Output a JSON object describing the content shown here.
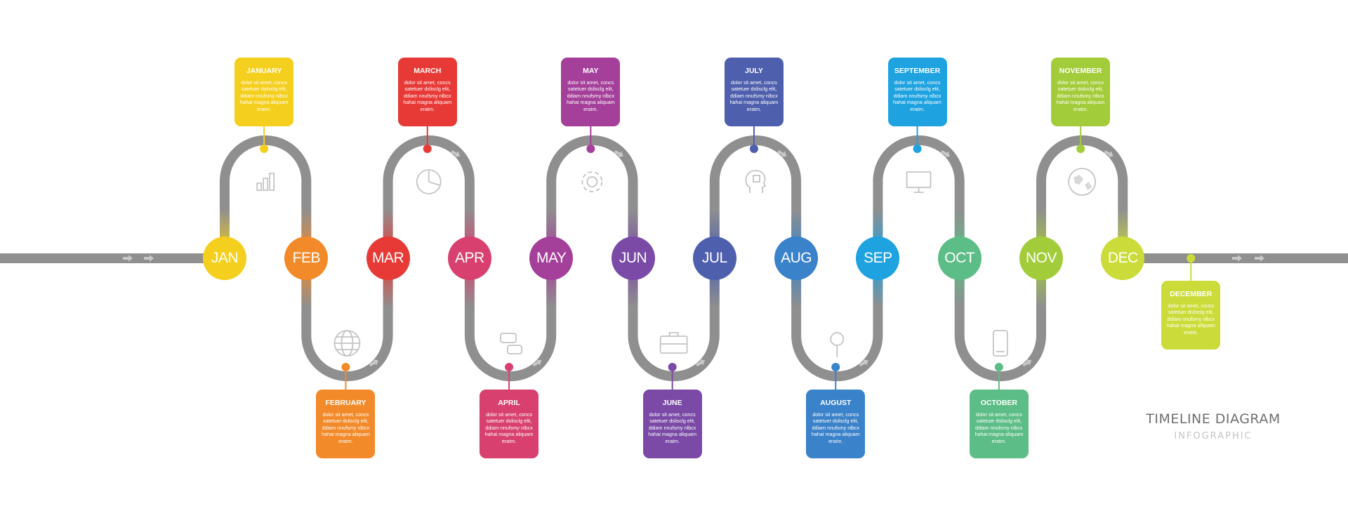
{
  "months": [
    {
      "abbr": "JAN",
      "name": "JANUARY",
      "color": "#f5cf1d",
      "card": "top",
      "icon": "bar-chart-icon"
    },
    {
      "abbr": "FEB",
      "name": "FEBRUARY",
      "color": "#f28a2a",
      "card": "bottom",
      "icon": "globe-icon"
    },
    {
      "abbr": "MAR",
      "name": "MARCH",
      "color": "#e73a37",
      "card": "top",
      "icon": "pie-chart-icon"
    },
    {
      "abbr": "APR",
      "name": "APRIL",
      "color": "#d8416f",
      "card": "bottom",
      "icon": "chat-bubbles-icon"
    },
    {
      "abbr": "MAY",
      "name": "MAY",
      "color": "#a43f9a",
      "card": "top",
      "icon": "gear-icon"
    },
    {
      "abbr": "JUN",
      "name": "JUNE",
      "color": "#7a4aa6",
      "card": "bottom",
      "icon": "briefcase-icon"
    },
    {
      "abbr": "JUL",
      "name": "JULY",
      "color": "#4e5fae",
      "card": "top",
      "icon": "head-profile-icon"
    },
    {
      "abbr": "AUG",
      "name": "AUGUST",
      "color": "#3a82c9",
      "card": "bottom",
      "icon": "magnifier-icon"
    },
    {
      "abbr": "SEP",
      "name": "SEPTEMBER",
      "color": "#1ea2e0",
      "card": "top",
      "icon": "monitor-icon"
    },
    {
      "abbr": "OCT",
      "name": "OCTOBER",
      "color": "#5dbd86",
      "card": "bottom",
      "icon": "smartphone-icon"
    },
    {
      "abbr": "NOV",
      "name": "NOVEMBER",
      "color": "#a3cc3a",
      "card": "top",
      "icon": "world-map-icon"
    },
    {
      "abbr": "DEC",
      "name": "DECEMBER",
      "color": "#cbdc3a",
      "card": "bottom",
      "icon": ""
    }
  ],
  "card_text": "dolor sit amet, concs satetuer dslisclg elit, ddiam nnufsmy nlbcx hahai magna aliquam eratm.",
  "track_color": "#8f8f8f",
  "title": "TIMELINE DIAGRAM",
  "subtitle": "INFOGRAPHIC"
}
